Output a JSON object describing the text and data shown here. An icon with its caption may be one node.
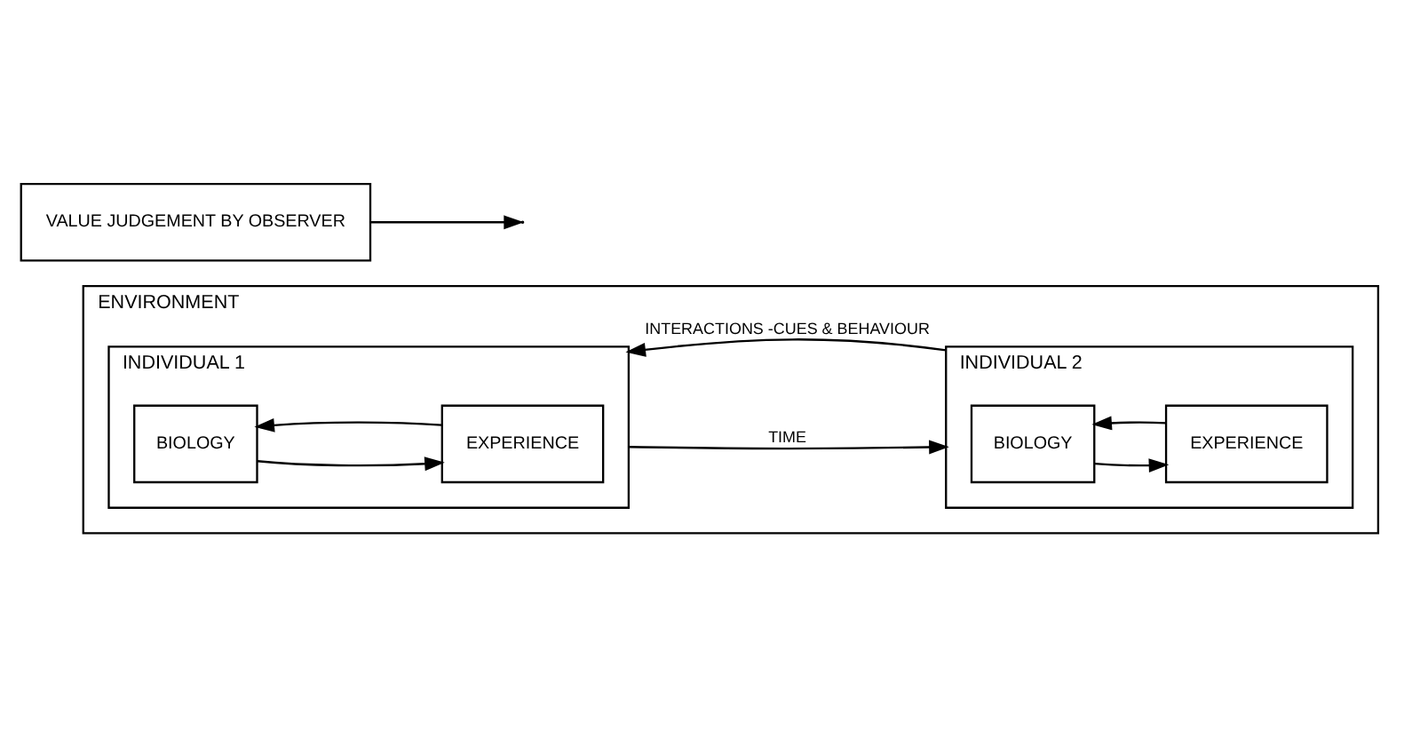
{
  "diagram": {
    "nodes": [
      {
        "text": [
          "ENVIRONMENT"
        ]
      },
      {
        "text": [
          "INDIVIDUAL 1"
        ],
        "in": 0
      },
      {
        "text": [
          "BIOLOGY"
        ],
        "in": 1
      },
      {
        "text": [
          "EXPERIENCE"
        ],
        "in": 1
      },
      {
        "text": [
          "INDIVIDUAL 2"
        ],
        "in": 0
      },
      {
        "text": [
          "BIOLOGY"
        ],
        "in": 4
      },
      {
        "text": [
          "EXPERIENCE"
        ],
        "in": 4
      },
      {
        "text": [
          "VALUE JUDGEMENT BY OBSERVER"
        ]
      }
    ],
    "edges": [
      {
        "from": 2,
        "to": 3,
        "arrow": "to"
      },
      {
        "from": 3,
        "to": 2,
        "arrow": "to"
      },
      {
        "from": 5,
        "to": 6,
        "arrow": "to"
      },
      {
        "from": 6,
        "to": 5,
        "arrow": "to"
      },
      {
        "from": 1,
        "to": 4,
        "arrow": "to",
        "label": "TIME"
      },
      {
        "from": 4,
        "to": 1,
        "arrow": "to",
        "label": "INTERACTIONS -CUES & BEHAVIOUR"
      },
      {
        "from": 7,
        "to": null,
        "arrow": "to"
      }
    ]
  }
}
